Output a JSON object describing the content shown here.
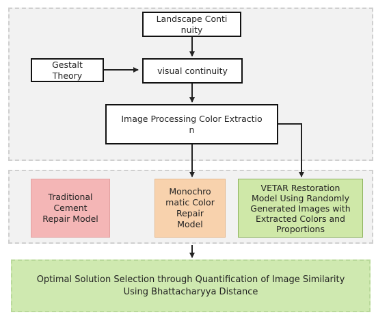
{
  "nodes": {
    "landscape_continuity": "Landscape Conti\nnuity",
    "gestalt_theory": "Gestalt\nTheory",
    "visual_continuity": "visual continuity",
    "image_processing": "Image Processing Color Extractio\nn",
    "traditional_cement": "Traditional\nCement\nRepair Model",
    "monochromatic": "Monochro\nmatic Color\nRepair\nModel",
    "vetar": "VETAR Restoration\nModel Using Randomly\nGenerated Images with\nExtracted Colors and\nProportions",
    "optimal_solution": "Optimal Solution Selection through Quantification of Image Similarity\nUsing Bhattacharyya Distance"
  },
  "colors": {
    "region_fill": "#f2f2f2",
    "region_border": "#cfcfcf",
    "arrow": "#222222",
    "traditional_fill": "#f4b6b6",
    "monochromatic_fill": "#f8d2ad",
    "vetar_fill": "#cfe8a8",
    "vetar_border": "#8cb25e",
    "final_fill": "#cfe9b0"
  }
}
